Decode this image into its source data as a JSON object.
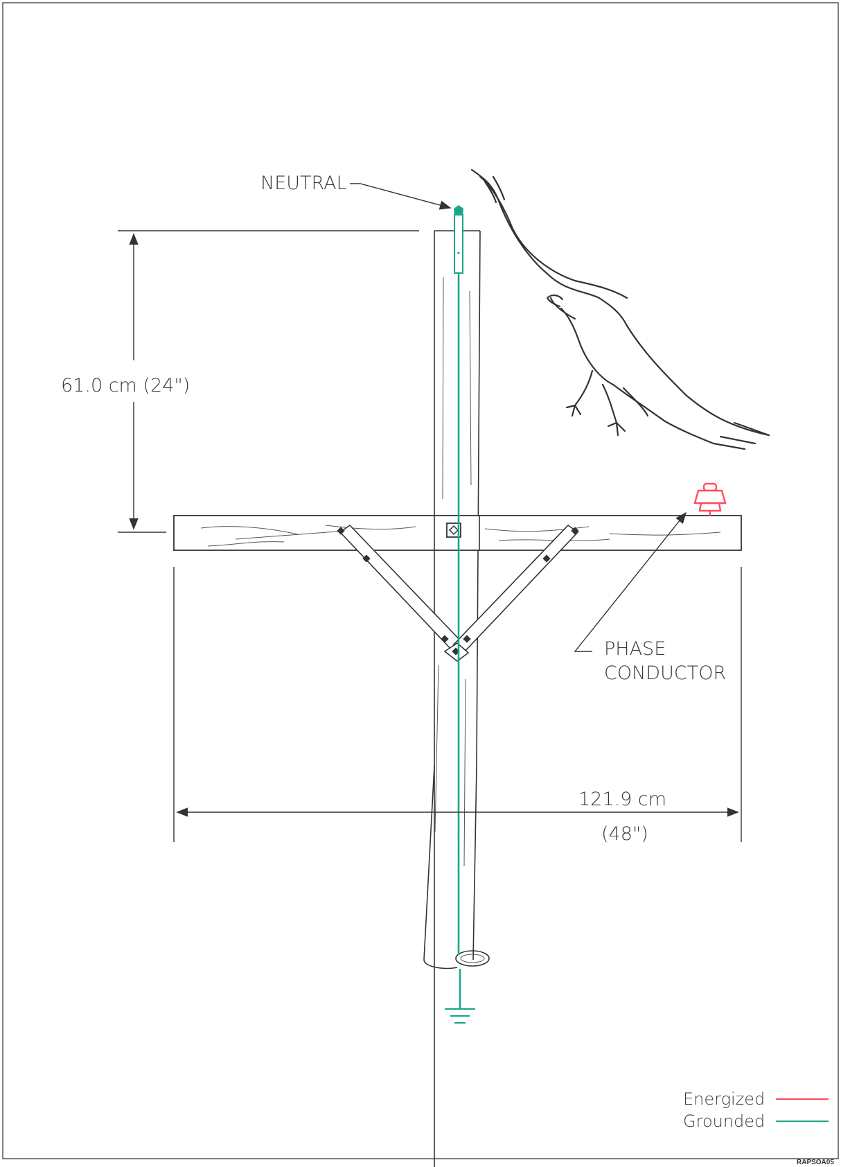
{
  "labels": {
    "neutral": "NEUTRAL",
    "phase_line1": "PHASE",
    "phase_line2": "CONDUCTOR",
    "vertical_dimension": "61.0 cm (24\")",
    "horizontal_dimension_line1": "121.9 cm",
    "horizontal_dimension_line2": "(48\")",
    "figure_code": "RAPSOA05"
  },
  "legend": {
    "items": [
      {
        "label": "Energized",
        "color": "#ff4d5e"
      },
      {
        "label": "Grounded",
        "color": "#1aa68a"
      }
    ]
  },
  "colors": {
    "energized": "#ff4d5e",
    "grounded": "#1aa68a",
    "ink": "#333333"
  },
  "icons": {
    "bird": "eagle-in-flight",
    "insulator": "pin-insulator",
    "ground": "ground-symbol"
  }
}
